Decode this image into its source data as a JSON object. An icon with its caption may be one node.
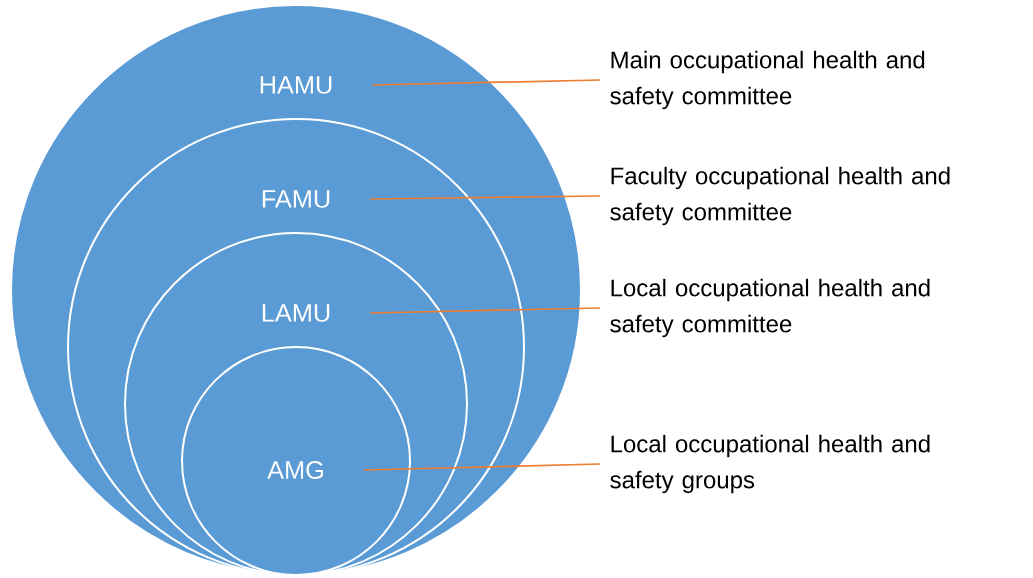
{
  "diagram": {
    "nodes": [
      {
        "text": [
          "HAMU"
        ]
      },
      {
        "text": [
          "FAMU"
        ],
        "in": 0
      },
      {
        "text": [
          "LAMU"
        ],
        "in": 1
      },
      {
        "text": [
          "AMG"
        ],
        "in": 2
      },
      {
        "text": [
          "Main occupational health and safety committee"
        ]
      },
      {
        "text": [
          "Faculty occupational health and safety committee"
        ]
      },
      {
        "text": [
          "Local occupational health and safety committee"
        ]
      },
      {
        "text": [
          "Local occupational health and safety groups"
        ]
      }
    ],
    "edges": [
      {
        "from": 0,
        "to": 4,
        "arrow": "none"
      },
      {
        "from": 1,
        "to": 5,
        "arrow": "none"
      },
      {
        "from": 2,
        "to": 6,
        "arrow": "none"
      },
      {
        "from": 3,
        "to": 7,
        "arrow": "none"
      }
    ]
  }
}
